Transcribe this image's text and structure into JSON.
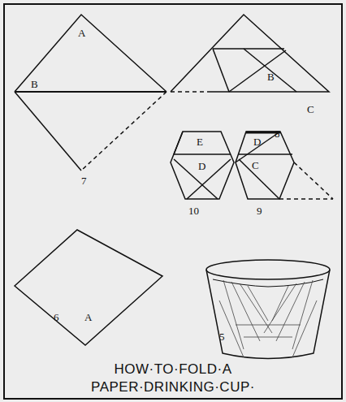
{
  "diagram": {
    "caption": "HOW·TO·FOLD·A PAPER·DRINKING·CUP·",
    "labels": [
      "A",
      "B",
      "B",
      "C",
      "8",
      "7",
      "E",
      "D",
      "D",
      "C",
      "10",
      "9",
      "6",
      "A",
      "5"
    ]
  }
}
